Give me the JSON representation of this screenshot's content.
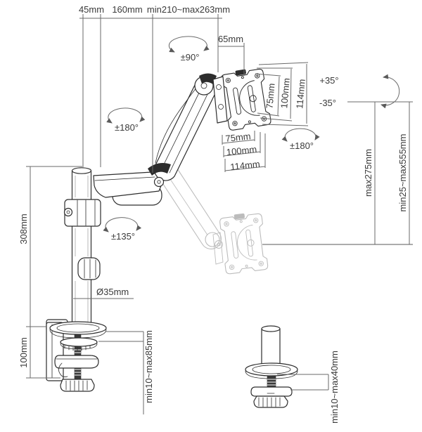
{
  "diagram": {
    "title": "Gas-spring single monitor desk mount dimension drawing",
    "colors": {
      "line_art": "#2d2d2d",
      "dimension_lines": "#6a6a6a",
      "ghost_position": "#bcbcbc",
      "text": "#3a3a3a",
      "background": "#ffffff"
    },
    "dims": {
      "pole_offset": "45mm",
      "first_arm_length": "160mm",
      "second_arm_length": "min210~max263mm",
      "head_offset": "65mm",
      "pole_height": "308mm",
      "pole_diameter": "Ø35mm",
      "clamp_body_height": "100mm",
      "clamp_desk_range": "min10~max85mm",
      "grommet_desk_range": "min10~max40mm",
      "lift_above_arm": "max275mm",
      "height_range": "min25~max555mm"
    },
    "angles": {
      "head_swivel": "±90°",
      "elbow_swivel": "±180°",
      "vesa_rotation": "±180°",
      "base_swivel": "±135°",
      "tilt_up": "+35°",
      "tilt_down": "-35°"
    },
    "vesa": {
      "side": {
        "s75": "75mm",
        "s100": "100mm",
        "s114": "114mm"
      },
      "bottom": {
        "b75": "75mm",
        "b100": "100mm",
        "b114": "114mm"
      }
    }
  }
}
